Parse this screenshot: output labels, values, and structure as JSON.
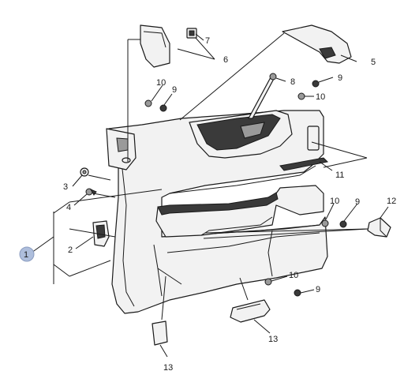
{
  "callouts": {
    "c1": "1",
    "c2": "2",
    "c3": "3",
    "c4": "4",
    "c5": "5",
    "c6": "6",
    "c7": "7",
    "c8": "8",
    "c9a": "9",
    "c9b": "9",
    "c9c": "9",
    "c9d": "9",
    "c10a": "10",
    "c10b": "10",
    "c10c": "10",
    "c10d": "10",
    "c11": "11",
    "c12": "12",
    "c13a": "13",
    "c13b": "13"
  },
  "colors": {
    "line": "#1a1a1a",
    "fill_light": "#f2f2f2",
    "fill_dark": "#3a3a3a",
    "fill_mid": "#9a9a9a",
    "callout_1_fill": "#aebedc"
  }
}
